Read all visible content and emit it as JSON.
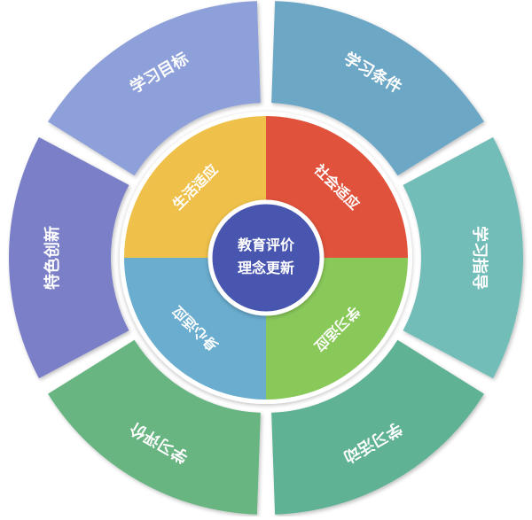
{
  "center": {
    "line1": "教育评价",
    "line2": "理念更新",
    "color": "#4a57b0"
  },
  "outer_ring": [
    {
      "label": "学习目标",
      "color": "#8ea0d9"
    },
    {
      "label": "学习条件",
      "color": "#6da7c6"
    },
    {
      "label": "学习指导",
      "color": "#72bdb7"
    },
    {
      "label": "学习活动",
      "color": "#5fb293"
    },
    {
      "label": "学习评价",
      "color": "#67b582"
    },
    {
      "label": "特色创新",
      "color": "#7a7fc7"
    }
  ],
  "inner_ring": [
    {
      "label": "社会适应",
      "color": "#e0523b"
    },
    {
      "label": "学习适应",
      "color": "#89c95a"
    },
    {
      "label": "身心适应",
      "color": "#6aadcf"
    },
    {
      "label": "生活适应",
      "color": "#efc14a"
    }
  ]
}
